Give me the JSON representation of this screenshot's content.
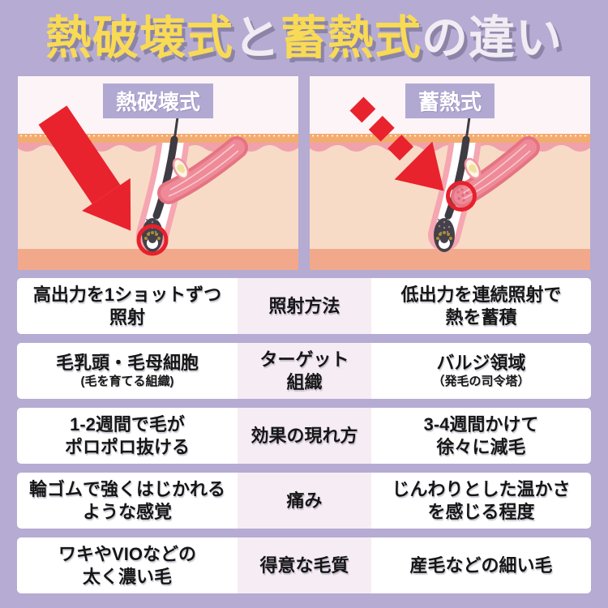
{
  "title": {
    "part1": "熱破壊式",
    "part2": "と",
    "part3": "蓄熱式",
    "part4": "の違い"
  },
  "panels": {
    "left_label": "熱破壊式",
    "right_label": "蓄熱式"
  },
  "table": {
    "rows": [
      {
        "left_main": "高出力を1ショットずつ\n照射",
        "category": "照射方法",
        "right_main": "低出力を連続照射で\n熱を蓄積"
      },
      {
        "left_main": "毛乳頭・毛母細胞",
        "left_sub": "(毛を育てる組織)",
        "category": "ターゲット\n組織",
        "right_main": "バルジ領域",
        "right_sub": "（発毛の司令塔）"
      },
      {
        "left_main": "1-2週間で毛が\nポロポロ抜ける",
        "category": "効果の現れ方",
        "right_main": "3-4週間かけて\n徐々に減毛"
      },
      {
        "left_main": "輪ゴムで強くはじかれる\nような感覚",
        "category": "痛み",
        "right_main": "じんわりとした温かさ\nを感じる程度"
      },
      {
        "left_main": "ワキやVIOなどの\n太く濃い毛",
        "category": "得意な毛質",
        "right_main": "産毛などの細い毛"
      }
    ]
  },
  "colors": {
    "background": "#b5abd3",
    "title_yellow": "#f8da55",
    "title_white": "#f1ecf3",
    "arrow_red": "#e8232e",
    "category_cell_pink": "#f6ecf4",
    "label_purple": "#b2a9d3"
  }
}
